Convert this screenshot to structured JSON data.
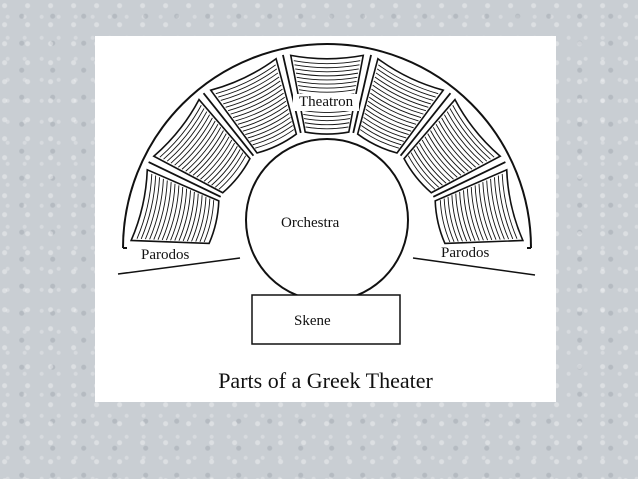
{
  "diagram": {
    "labels": {
      "theatron": "Theatron",
      "orchestra": "Orchestra",
      "parodos_left": "Parodos",
      "parodos_right": "Parodos",
      "skene": "Skene"
    },
    "caption": "Parts of a Greek Theater"
  },
  "colors": {
    "background": "#c9ced3",
    "card": "#ffffff",
    "ink": "#111111"
  }
}
